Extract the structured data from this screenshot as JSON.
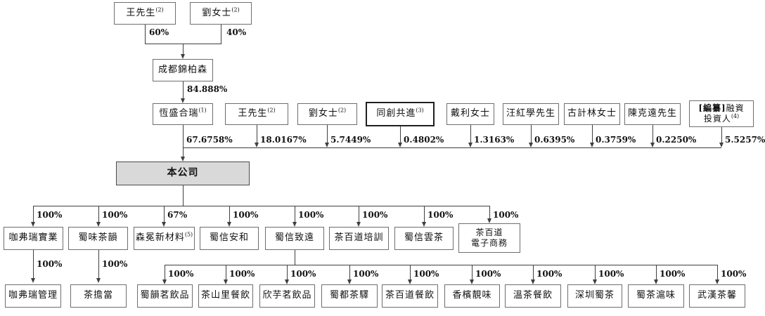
{
  "diagram": {
    "founders": [
      {
        "name": "王先生",
        "sup": "(2)",
        "pct": "60%"
      },
      {
        "name": "劉女士",
        "sup": "(2)",
        "pct": "40%"
      }
    ],
    "intermediate": {
      "name": "成都錦柏森",
      "pct": "84.888%"
    },
    "shareholders": [
      {
        "name": "恆盛合瑞",
        "sup": "(1)",
        "pct": "67.6758%"
      },
      {
        "name": "王先生",
        "sup": "(2)",
        "pct": "18.0167%"
      },
      {
        "name": "劉女士",
        "sup": "(2)",
        "pct": "5.7449%"
      },
      {
        "name": "同創共進",
        "sup": "(3)",
        "pct": "0.4802%"
      },
      {
        "name": "戴利女士",
        "pct": "1.3163%"
      },
      {
        "name": "汪紅學先生",
        "pct": "0.6395%"
      },
      {
        "name": "古計林女士",
        "pct": "0.3759%"
      },
      {
        "name": "陳克遠先生",
        "pct": "0.2250%"
      },
      {
        "redacted": "[編纂]",
        "line1": "融資",
        "line2": "投資人",
        "sup": "(4)",
        "pct": "5.5257%"
      }
    ],
    "company": {
      "name": "本公司"
    },
    "subsidiaries": [
      {
        "name": "咖弗瑞實業",
        "pct": "100%"
      },
      {
        "name": "蜀味茶韻",
        "pct": "100%"
      },
      {
        "name": "森冕新材料",
        "sup": "(5)",
        "pct": "67%"
      },
      {
        "name": "蜀信安和",
        "pct": "100%"
      },
      {
        "name": "蜀信致遠",
        "pct": "100%"
      },
      {
        "name": "茶百道培訓",
        "pct": "100%"
      },
      {
        "name": "蜀信雲茶",
        "pct": "100%"
      },
      {
        "line1": "茶百道",
        "line2": "電子商務",
        "pct": "100%"
      }
    ],
    "second_level_left": [
      {
        "name": "咖弗瑞管理",
        "pct": "100%"
      },
      {
        "name": "茶擔當",
        "pct": "100%"
      }
    ],
    "second_level_right": [
      {
        "name": "蜀韻茗飲品",
        "pct": "100%"
      },
      {
        "name": "茶山里餐飲",
        "pct": "100%"
      },
      {
        "name": "欣芋茗飲品",
        "pct": "100%"
      },
      {
        "name": "蜀都茶驛",
        "pct": "100%"
      },
      {
        "name": "茶百道餐飲",
        "pct": "100%"
      },
      {
        "name": "香檳靚味",
        "pct": "100%"
      },
      {
        "name": "溫茶餐飲",
        "pct": "100%"
      },
      {
        "name": "深圳蜀茶",
        "pct": "100%"
      },
      {
        "name": "蜀茶滬味",
        "pct": "100%"
      },
      {
        "name": "武漢茶馨",
        "pct": "100%"
      }
    ],
    "colors": {
      "line": "#3f3f3f",
      "box_border": "#6e6e6e",
      "company_fill": "#d9d9d9",
      "emphasis_border": "#1f1f1f"
    }
  }
}
